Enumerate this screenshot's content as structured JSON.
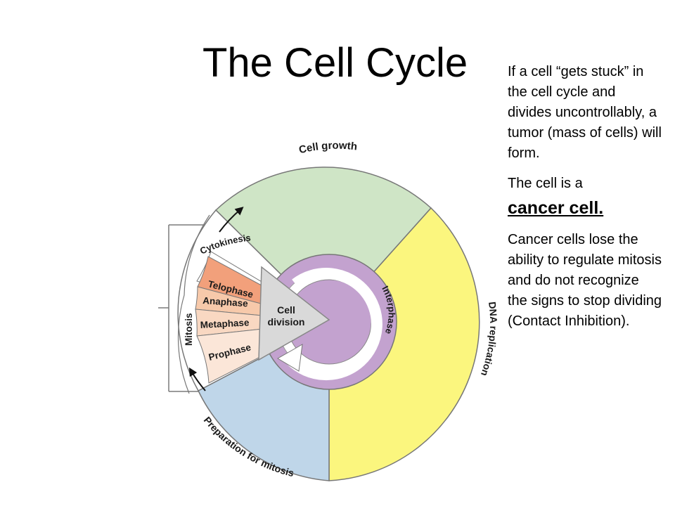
{
  "title": "The Cell Cycle",
  "side_text": {
    "p1": "If a cell “gets stuck” in the cell cycle and divides uncontrollably,  a tumor (mass of cells) will form.",
    "p2_lead": "The cell is a",
    "p2_emphasis": "cancer cell.",
    "p3": "Cancer cells lose the ability to regulate mitosis and do not recognize the signs to stop dividing (Contact Inhibition)."
  },
  "diagram": {
    "outer_labels": {
      "cell_growth": "Cell growth",
      "dna_replication": "DNA replication",
      "preparation_for_mitosis": "Preparation for mitosis"
    },
    "inner_labels": {
      "interphase": "Interphase",
      "cell_division_line1": "Cell",
      "cell_division_line2": "division",
      "mitosis": "Mitosis"
    },
    "mitosis_phases": {
      "cytokinesis": "Cytokinesis",
      "telophase": "Telophase",
      "anaphase": "Anaphase",
      "metaphase": "Metaphase",
      "prophase": "Prophase"
    },
    "colors": {
      "cell_growth": "#cfe5c6",
      "dna_replication": "#fbf67e",
      "preparation_for_mitosis": "#bfd6e9",
      "interphase_ring": "#c3a2cf",
      "cell_division": "#d9d9d9",
      "telophase": "#f2a07b",
      "anaphase": "#f7c9aa",
      "metaphase": "#f9d8c2",
      "prophase": "#fbe6d8"
    }
  }
}
